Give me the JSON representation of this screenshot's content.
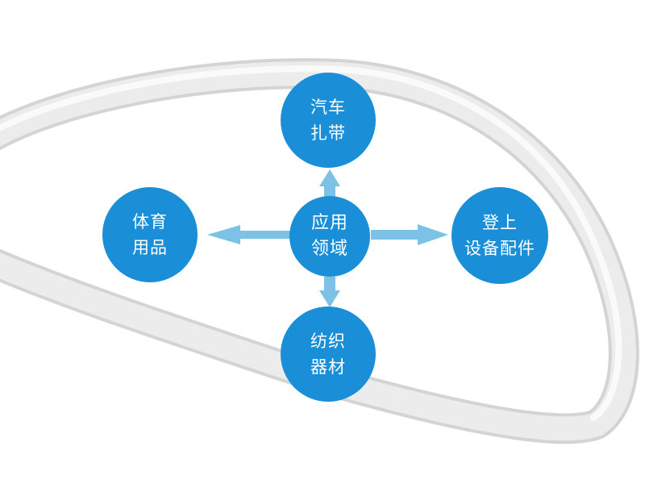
{
  "diagram": {
    "colors": {
      "node_fill": "#1a8fd8",
      "arrow": "#7cc2e6",
      "ring": "#e6e6e6"
    },
    "center": {
      "line1": "应用",
      "line2": "领域"
    },
    "top": {
      "line1": "汽车",
      "line2": "扎带"
    },
    "left": {
      "line1": "体育",
      "line2": "用品"
    },
    "right": {
      "line1": "登上",
      "line2": "设备配件"
    },
    "bottom": {
      "line1": "纺织",
      "line2": "器材"
    }
  }
}
